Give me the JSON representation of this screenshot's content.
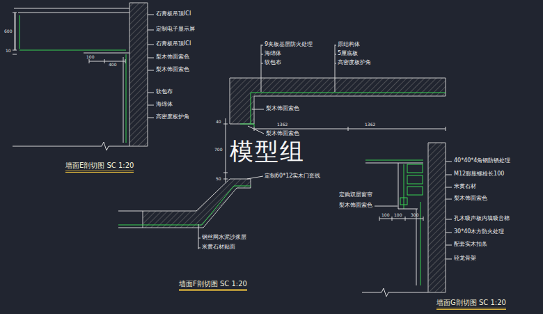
{
  "diagram": {
    "labels": [
      "石膏板吊顶ICI",
      "定制电子显示屏",
      "石膏板吊顶ICI",
      "梨木饰面索色",
      "梨木饰面索色",
      "软包布",
      "海绵体",
      "高密度板护角",
      "600",
      "10",
      "100",
      "400",
      "墙面E剖切图  SC 1:20",
      "9夹板基层防火处理",
      "海绵体",
      "软包布",
      "原结构体",
      "5厘底板",
      "高密度板护角",
      "梨木饰面索色",
      "40",
      "1362",
      "1362",
      "梨木饰面索色",
      "700",
      "模型组",
      "50",
      "定制60*12实木门套线",
      "钢丝网水泥沙浆层",
      "米黄石材贴面",
      "墙面F剖切图  SC 1:20",
      "40*40*4角钢防锈处理",
      "M12膨胀螺栓长100",
      "米黄石材",
      "梨木饰面索色",
      "定购双层窗帘",
      "梨木饰面索色",
      "100",
      "100",
      "300",
      "孔木吸声板内填吸音棉",
      "30*40木方防火处理",
      "配套实木扣条",
      "轻龙骨架",
      "墙面G剖切图  SC 1:20"
    ]
  }
}
